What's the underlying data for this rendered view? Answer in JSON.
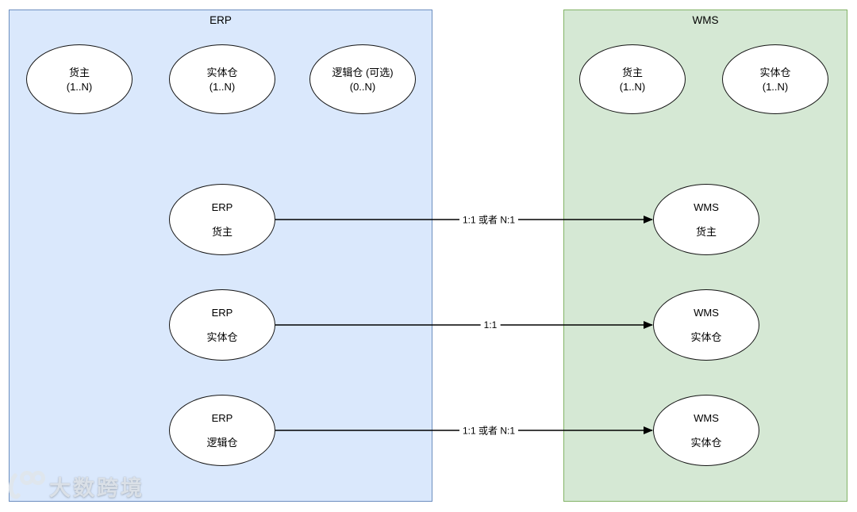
{
  "colors": {
    "erp_box_fill": "#dae8fc",
    "erp_box_border": "#6c8ebf",
    "wms_box_fill": "#d5e8d4",
    "wms_box_border": "#82b366",
    "node_fill": "#ffffff",
    "node_border": "#141414",
    "edge_color": "#000000"
  },
  "erp": {
    "title": "ERP",
    "top_nodes": [
      {
        "line1": "货主",
        "line2": "(1..N)"
      },
      {
        "line1": "实体仓",
        "line2": "(1..N)"
      },
      {
        "line1": "逻辑仓 (可选)",
        "line2": "(0..N)"
      }
    ],
    "mapping_nodes": [
      {
        "line1": "ERP",
        "line2": "货主"
      },
      {
        "line1": "ERP",
        "line2": "实体仓"
      },
      {
        "line1": "ERP",
        "line2": "逻辑仓"
      }
    ]
  },
  "wms": {
    "title": "WMS",
    "top_nodes": [
      {
        "line1": "货主",
        "line2": "(1..N)"
      },
      {
        "line1": "实体仓",
        "line2": "(1..N)"
      }
    ],
    "mapping_nodes": [
      {
        "line1": "WMS",
        "line2": "货主"
      },
      {
        "line1": "WMS",
        "line2": "实体仓"
      },
      {
        "line1": "WMS",
        "line2": "实体仓"
      }
    ]
  },
  "edges": [
    {
      "label": "1:1 或者 N:1"
    },
    {
      "label": "1:1"
    },
    {
      "label": "1:1 或者 N:1"
    }
  ],
  "watermark": {
    "logo": "100-infinity-logo",
    "text": "大数跨境"
  }
}
